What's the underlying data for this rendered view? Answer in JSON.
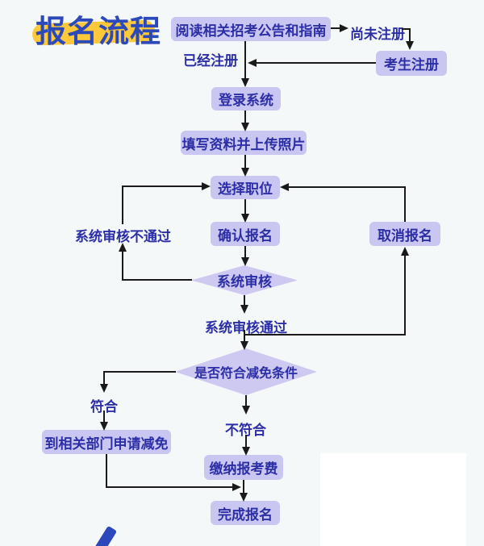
{
  "title": {
    "text": "报名流程"
  },
  "flow": {
    "read_notice": "阅读相关招考公告和指南",
    "not_registered": "尚未注册",
    "already_registered": "已经注册",
    "candidate_register": "考生注册",
    "login": "登录系统",
    "fill_upload": "填写资料并上传照片",
    "select_position": "选择职位",
    "confirm_signup": "确认报名",
    "system_review": "系统审核",
    "review_fail": "系统审核不通过",
    "review_pass": "系统审核通过",
    "cancel_signup": "取消报名",
    "fee_waiver_check": "是否符合减免条件",
    "qualify": "符合",
    "not_qualify": "不符合",
    "apply_waiver": "到相关部门申请减免",
    "pay_fee": "缴纳报考费",
    "complete_signup": "完成报名"
  },
  "colors": {
    "background": "#f5f8f8",
    "box_fill": "#c9c6f2",
    "diamond_fill": "#cdc9f1",
    "node_text": "#2c2ea5",
    "title_text": "#2b49bb",
    "title_highlight": "#fdc839",
    "line": "#1a1a1a"
  }
}
